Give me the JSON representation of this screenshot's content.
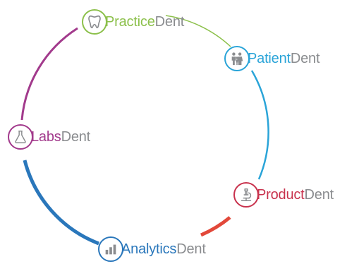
{
  "nodes": {
    "practice": {
      "name": "Practice",
      "suffix": "Dent",
      "icon": "tooth-icon",
      "color": "#8cc04b"
    },
    "patient": {
      "name": "Patient",
      "suffix": "Dent",
      "icon": "family-icon",
      "color": "#2aa4d8"
    },
    "product": {
      "name": "Product",
      "suffix": "Dent",
      "icon": "microscope-icon",
      "color": "#c8324d"
    },
    "analytics": {
      "name": "Analytics",
      "suffix": "Dent",
      "icon": "bar-chart-icon",
      "color": "#2a77bb"
    },
    "labs": {
      "name": "Labs",
      "suffix": "Dent",
      "icon": "flask-icon",
      "color": "#a23a8c"
    }
  },
  "arc_colors": {
    "practice_patient": "#8cc04b",
    "patient_product": "#2aa4d8",
    "product_analytics": "#e2483a",
    "analytics_labs": "#2a77bb",
    "labs_practice": "#a23a8c"
  }
}
